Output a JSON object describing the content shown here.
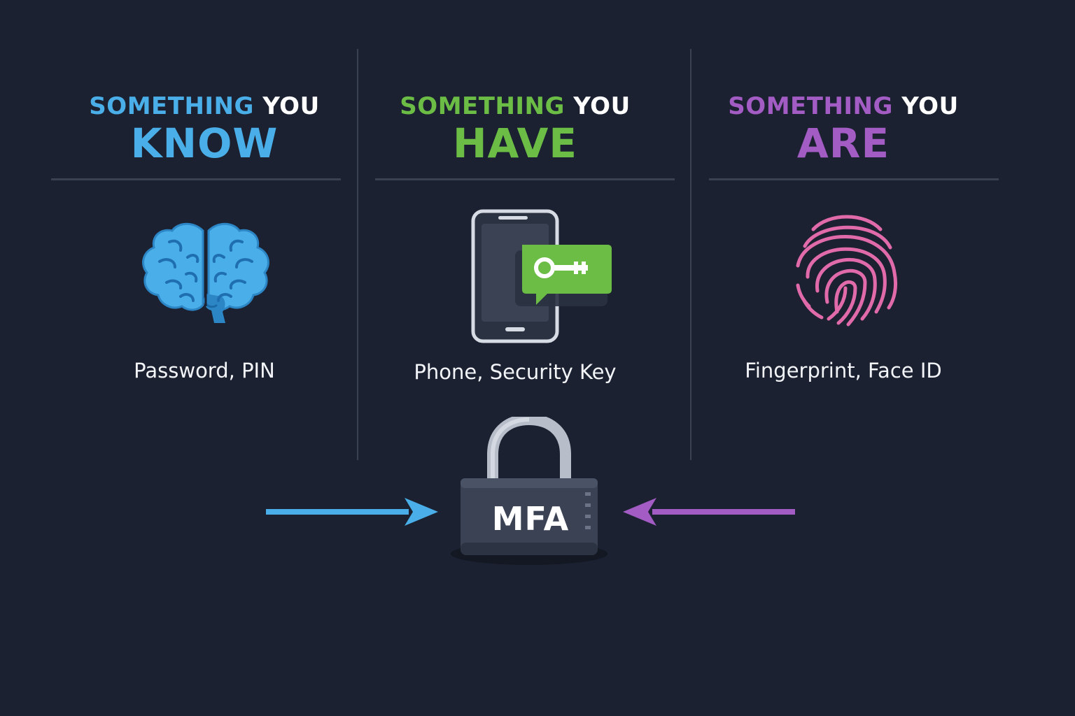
{
  "colors": {
    "background": "#1b2130",
    "know": "#4aaee8",
    "have": "#6cbd45",
    "are": "#a25cc4",
    "fingerprint": "#e06aaa",
    "divider": "#3a4150"
  },
  "factors": [
    {
      "prefix": "SOMETHING",
      "you": "YOU",
      "keyword": "KNOW",
      "description": "Password, PIN",
      "icon": "brain-icon"
    },
    {
      "prefix": "SOMETHING",
      "you": "YOU",
      "keyword": "HAVE",
      "description": "Phone, Security Key",
      "icon": "phone-key-icon"
    },
    {
      "prefix": "SOMETHING",
      "you": "YOU",
      "keyword": "ARE",
      "description": "Fingerprint, Face ID",
      "icon": "fingerprint-icon"
    }
  ],
  "lock": {
    "label": "MFA",
    "icon": "padlock-icon"
  },
  "arrows": [
    {
      "name": "left-arrow",
      "direction": "right"
    },
    {
      "name": "right-arrow",
      "direction": "left"
    }
  ]
}
